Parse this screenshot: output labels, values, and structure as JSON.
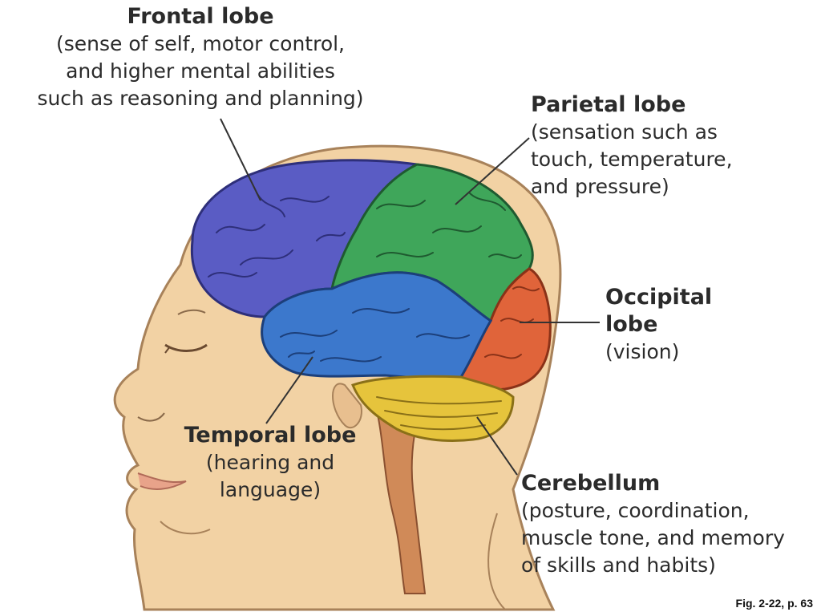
{
  "labels": {
    "frontal": {
      "title": "Frontal lobe",
      "desc": "(sense of self, motor control,\nand higher mental abilities\nsuch as reasoning and planning)"
    },
    "parietal": {
      "title": "Parietal lobe",
      "desc": "(sensation such as\ntouch, temperature,\nand pressure)"
    },
    "occipital": {
      "title": "Occipital\nlobe",
      "desc": "(vision)"
    },
    "temporal": {
      "title": "Temporal lobe",
      "desc": "(hearing and\nlanguage)"
    },
    "cerebellum": {
      "title": "Cerebellum",
      "desc": "(posture, coordination,\nmuscle tone, and memory\nof skills and habits)"
    }
  },
  "caption": "Fig. 2-22, p. 63",
  "colors": {
    "frontal": "#5a5cc4",
    "parietal": "#3fa65a",
    "occipital": "#e0643a",
    "temporal": "#3c78cc",
    "cerebellum": "#e6c43c",
    "skin": "#f2d2a4",
    "skin_outline": "#a8825a",
    "brainstem": "#d08a58"
  }
}
